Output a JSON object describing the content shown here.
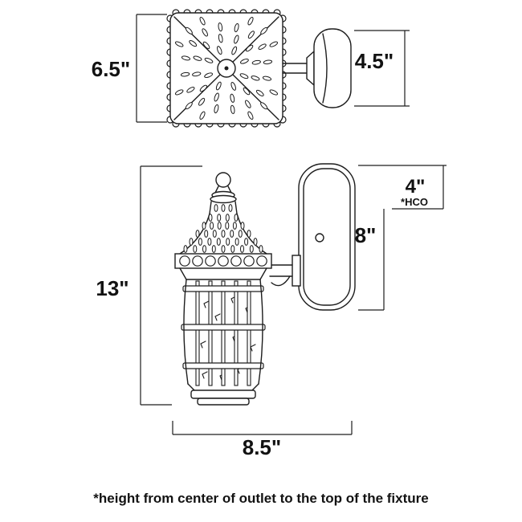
{
  "colors": {
    "line": "#1d1d1d",
    "background": "#ffffff",
    "text": "#121212"
  },
  "top_view": {
    "height_label": "6.5\"",
    "depth_label": "4.5\""
  },
  "front_view": {
    "overall_height_label": "13\"",
    "backplate_height_label": "8\"",
    "hco_value": "4\"",
    "hco_abbr": "*HCO",
    "extension_label": "8.5\""
  },
  "footnote": "*height from center of outlet to the top of the fixture"
}
